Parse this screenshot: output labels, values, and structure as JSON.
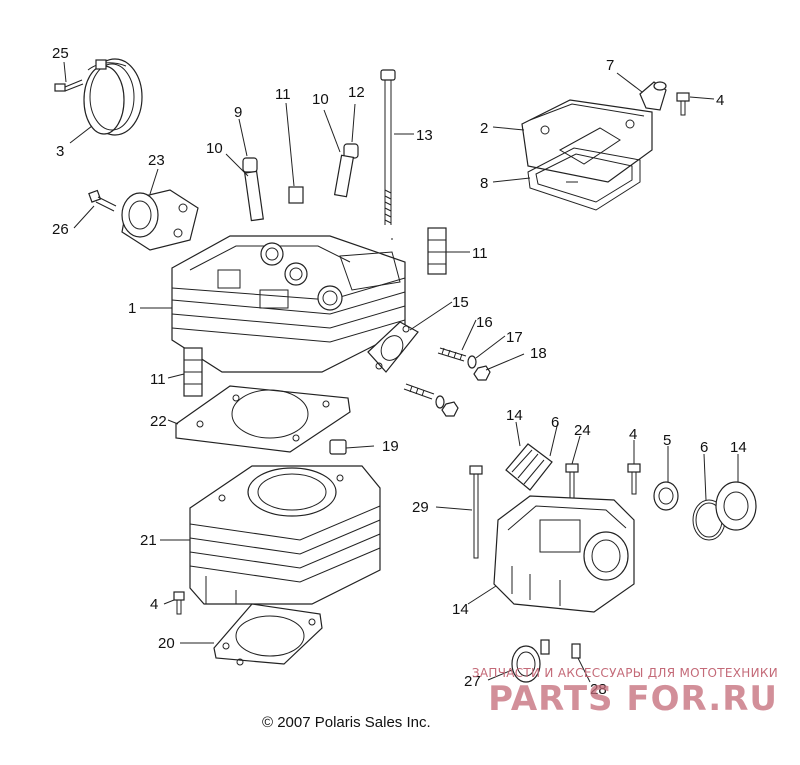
{
  "callouts": {
    "c25": "25",
    "c3": "3",
    "c23": "23",
    "c26": "26",
    "c9": "9",
    "c10a": "10",
    "c11a": "11",
    "c10b": "10",
    "c12": "12",
    "c13": "13",
    "c7": "7",
    "c4a": "4",
    "c2": "2",
    "c8": "8",
    "c11b": "11",
    "c1": "1",
    "c15": "15",
    "c16": "16",
    "c17": "17",
    "c18": "18",
    "c11c": "11",
    "c22": "22",
    "c19": "19",
    "c14a": "14",
    "c6a": "6",
    "c24": "24",
    "c4b": "4",
    "c5": "5",
    "c6b": "6",
    "c14b": "14",
    "c29": "29",
    "c21": "21",
    "c4c": "4",
    "c14c": "14",
    "c20": "20",
    "c27": "27",
    "c28": "28"
  },
  "copyright": "© 2007 Polaris Sales Inc.",
  "watermark": {
    "tagline": "ЗАПЧАСТИ И АКСЕССУАРЫ ДЛЯ МОТОТЕХНИКИ",
    "brand": "PARTS FOR.RU"
  }
}
